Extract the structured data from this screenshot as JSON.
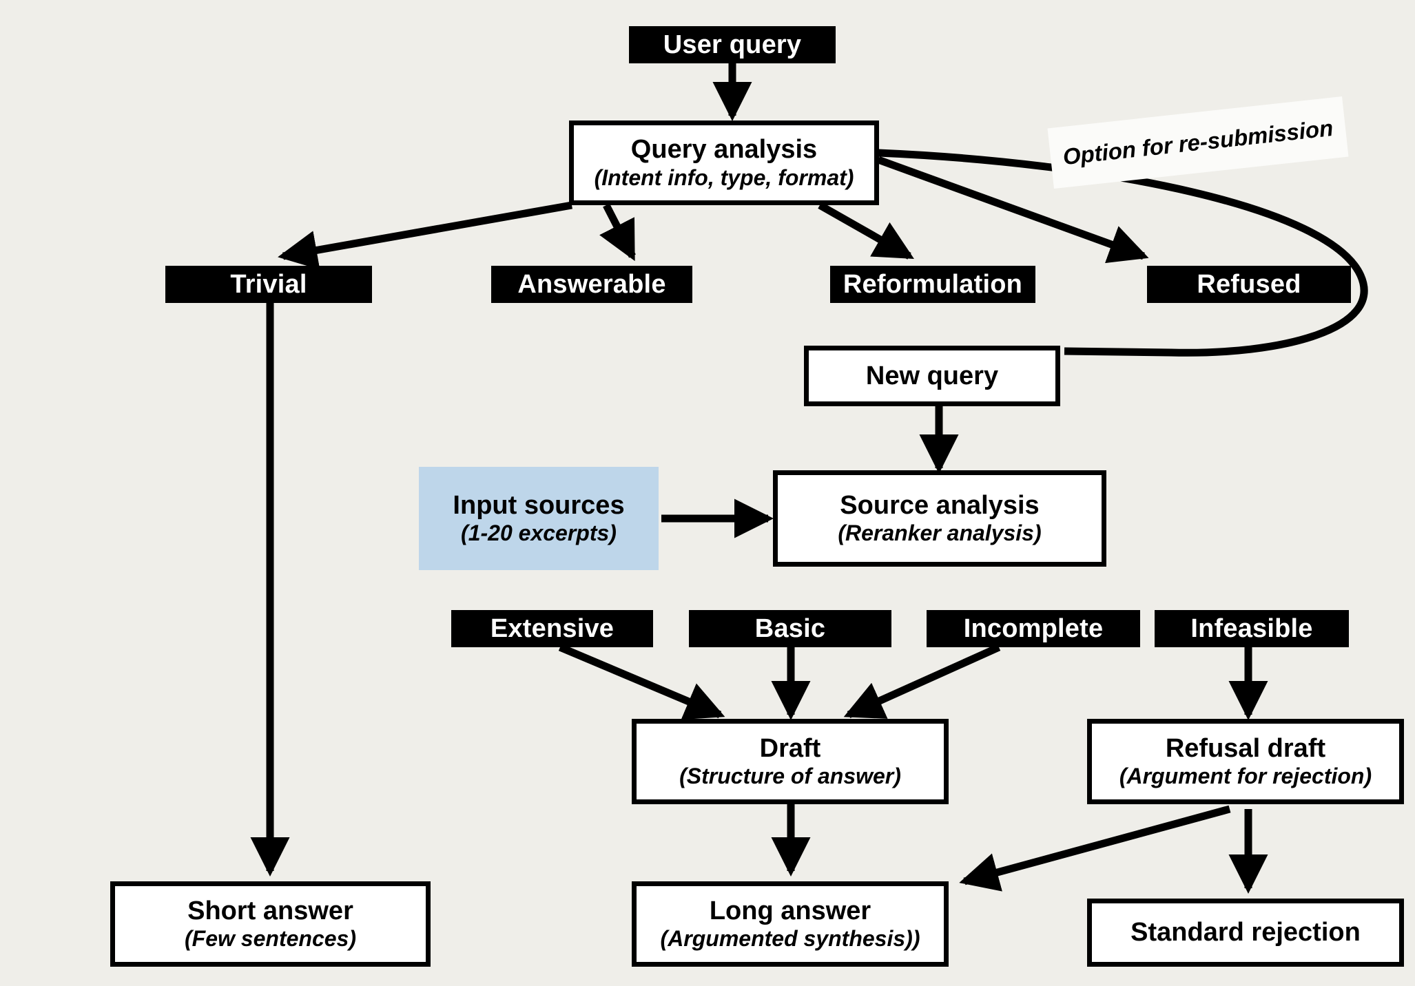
{
  "diagram": {
    "background_color": "#efeee9",
    "accent_color": "#bed6ea",
    "line_color": "#000000",
    "note": {
      "text": "Option for re-submission"
    },
    "nodes": {
      "user_query": {
        "title": "User query"
      },
      "query_analysis": {
        "title": "Query analysis",
        "sub": "(Intent info, type, format)"
      },
      "trivial": {
        "title": "Trivial"
      },
      "answerable": {
        "title": "Answerable"
      },
      "reformulation": {
        "title": "Reformulation"
      },
      "refused": {
        "title": "Refused"
      },
      "new_query": {
        "title": "New query"
      },
      "input_sources": {
        "title": "Input sources",
        "sub": "(1-20 excerpts)"
      },
      "source_analysis": {
        "title": "Source analysis",
        "sub": "(Reranker analysis)"
      },
      "extensive": {
        "title": "Extensive"
      },
      "basic": {
        "title": "Basic"
      },
      "incomplete": {
        "title": "Incomplete"
      },
      "infeasible": {
        "title": "Infeasible"
      },
      "draft": {
        "title": "Draft",
        "sub": "(Structure of answer)"
      },
      "refusal_draft": {
        "title": "Refusal draft",
        "sub": "(Argument for rejection)"
      },
      "short_answer": {
        "title": "Short answer",
        "sub": "(Few sentences)"
      },
      "long_answer": {
        "title": "Long answer",
        "sub": "(Argumented synthesis))"
      },
      "standard_rejection": {
        "title": "Standard rejection"
      }
    },
    "edges": [
      {
        "from": "user_query",
        "to": "query_analysis"
      },
      {
        "from": "query_analysis",
        "to": "trivial"
      },
      {
        "from": "query_analysis",
        "to": "answerable"
      },
      {
        "from": "query_analysis",
        "to": "reformulation"
      },
      {
        "from": "query_analysis",
        "to": "refused"
      },
      {
        "from": "query_analysis",
        "to": "new_query",
        "label": "Option for re-submission"
      },
      {
        "from": "trivial",
        "to": "short_answer"
      },
      {
        "from": "new_query",
        "to": "source_analysis"
      },
      {
        "from": "input_sources",
        "to": "source_analysis"
      },
      {
        "from": "extensive",
        "to": "draft"
      },
      {
        "from": "basic",
        "to": "draft"
      },
      {
        "from": "incomplete",
        "to": "draft"
      },
      {
        "from": "infeasible",
        "to": "refusal_draft"
      },
      {
        "from": "draft",
        "to": "long_answer"
      },
      {
        "from": "refusal_draft",
        "to": "long_answer"
      },
      {
        "from": "refusal_draft",
        "to": "standard_rejection"
      }
    ]
  }
}
